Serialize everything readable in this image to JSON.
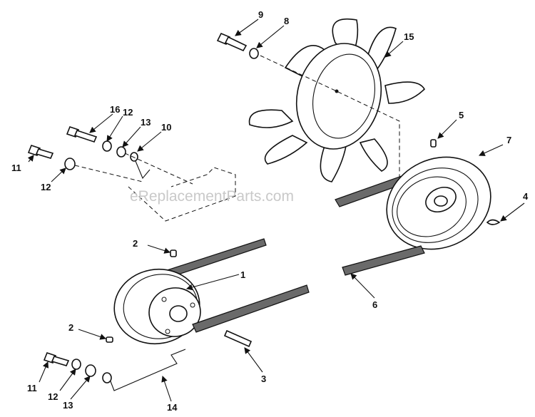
{
  "watermark": "eReplacementParts.com",
  "callouts": [
    {
      "id": "c1",
      "text": "1"
    },
    {
      "id": "c2a",
      "text": "2"
    },
    {
      "id": "c2b",
      "text": "2"
    },
    {
      "id": "c3",
      "text": "3"
    },
    {
      "id": "c4",
      "text": "4"
    },
    {
      "id": "c5",
      "text": "5"
    },
    {
      "id": "c6",
      "text": "6"
    },
    {
      "id": "c7",
      "text": "7"
    },
    {
      "id": "c8",
      "text": "8"
    },
    {
      "id": "c9",
      "text": "9"
    },
    {
      "id": "c10",
      "text": "10"
    },
    {
      "id": "c11a",
      "text": "11"
    },
    {
      "id": "c11b",
      "text": "11"
    },
    {
      "id": "c12a",
      "text": "12"
    },
    {
      "id": "c12b",
      "text": "12"
    },
    {
      "id": "c12c",
      "text": "12"
    },
    {
      "id": "c13a",
      "text": "13"
    },
    {
      "id": "c13b",
      "text": "13"
    },
    {
      "id": "c14",
      "text": "14"
    },
    {
      "id": "c15",
      "text": "15"
    },
    {
      "id": "c16",
      "text": "16"
    }
  ]
}
